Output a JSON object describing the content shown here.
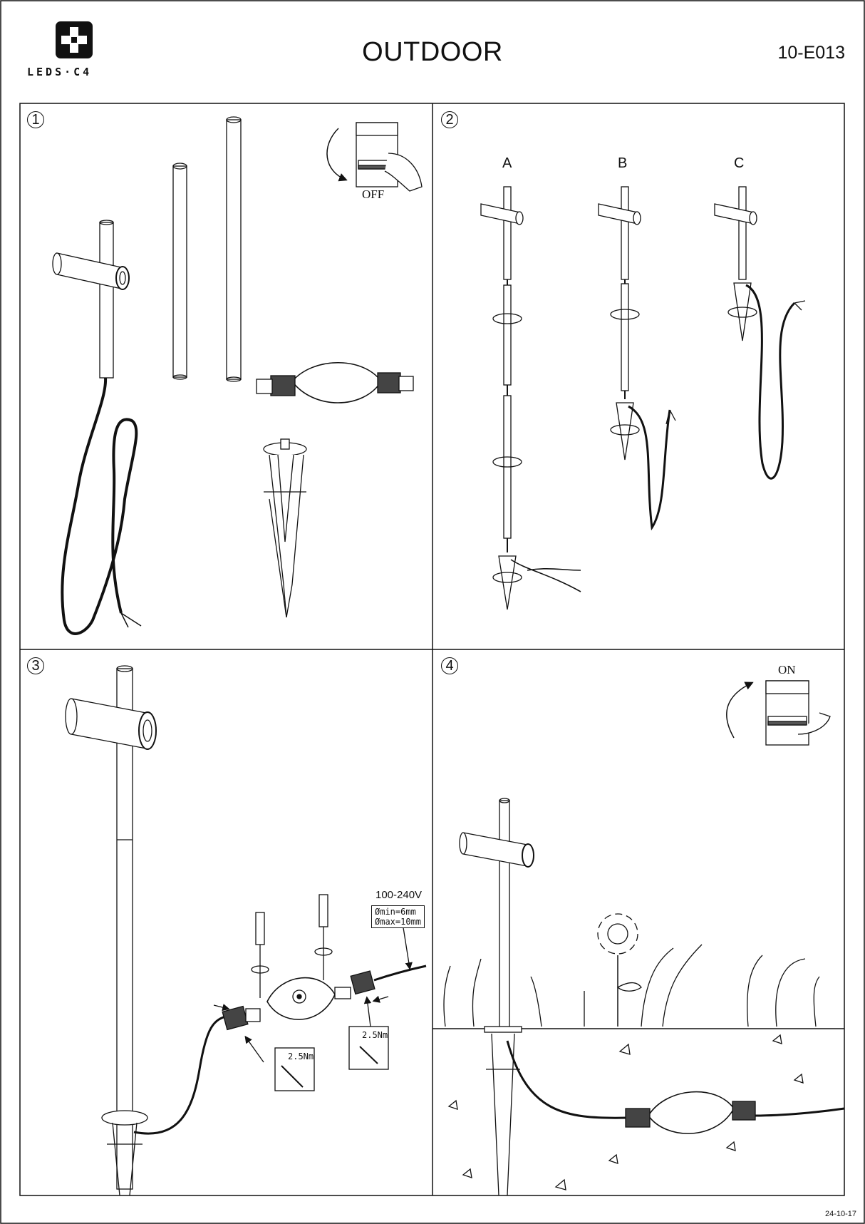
{
  "header": {
    "brand": "LEDS·C4",
    "title": "OUTDOOR",
    "model_code": "10-E013"
  },
  "panels": [
    {
      "number": "1",
      "switch_label": "OFF"
    },
    {
      "number": "2",
      "variants": [
        "A",
        "B",
        "C"
      ]
    },
    {
      "number": "3",
      "voltage": "100-240V",
      "cable_min": "Ømin=6mm",
      "cable_max": "Ømax=10mm",
      "torque": "2.5Nm"
    },
    {
      "number": "4",
      "switch_label": "ON"
    }
  ],
  "footer": {
    "date": "24-10-17"
  },
  "icons": [
    "logo-icon",
    "switch-icon",
    "rotate-arrow-icon",
    "screwdriver-icon",
    "wrench-icon",
    "flower-icon"
  ]
}
